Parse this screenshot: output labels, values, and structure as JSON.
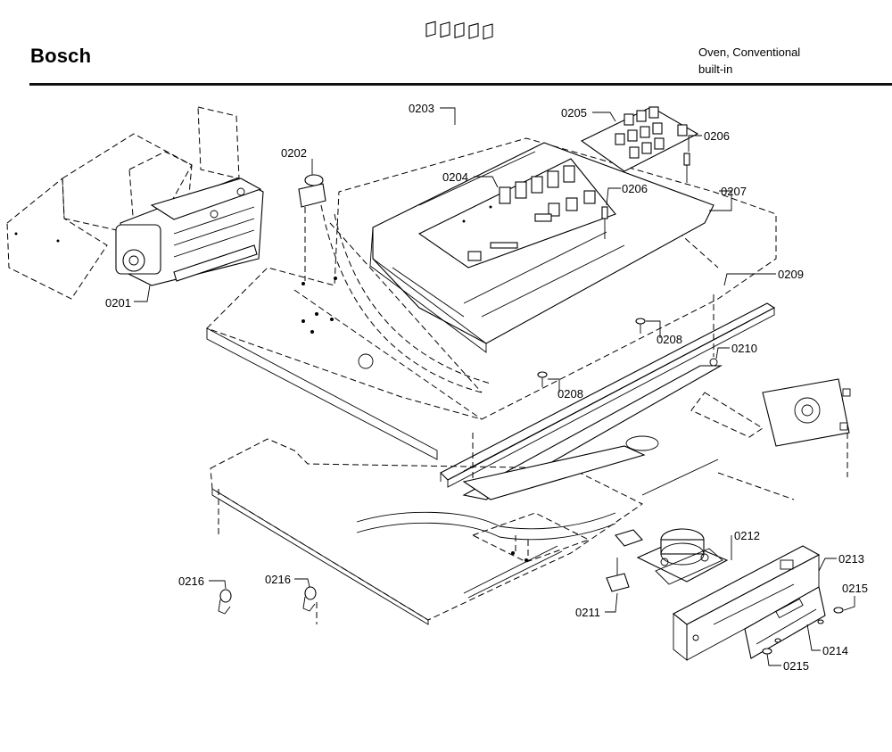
{
  "header": {
    "brand": "Bosch",
    "product_line1": "Oven, Conventional",
    "product_line2": "built-in"
  },
  "callouts": {
    "c0201": "0201",
    "c0202": "0202",
    "c0203": "0203",
    "c0204": "0204",
    "c0205": "0205",
    "c0206a": "0206",
    "c0206b": "0206",
    "c0207": "0207",
    "c0208a": "0208",
    "c0208b": "0208",
    "c0209": "0209",
    "c0210": "0210",
    "c0211": "0211",
    "c0212": "0212",
    "c0213": "0213",
    "c0214": "0214",
    "c0215a": "0215",
    "c0215b": "0215",
    "c0216a": "0216",
    "c0216b": "0216"
  }
}
